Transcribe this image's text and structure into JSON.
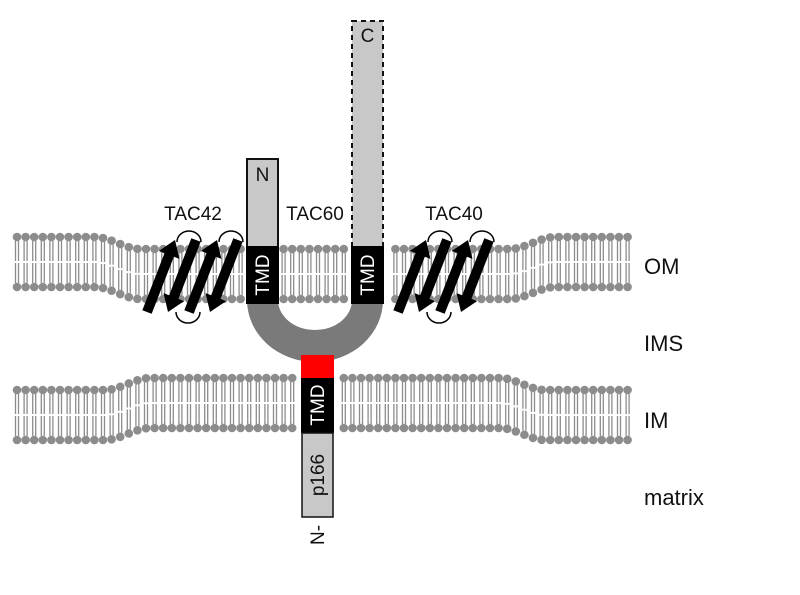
{
  "labels": {
    "tac42": "TAC42",
    "tac60": "TAC60",
    "tac40": "TAC40",
    "n_term": "N",
    "c_term": "C",
    "tmd_n": "TMD",
    "tmd_c": "TMD",
    "tmd_im": "TMD",
    "p166": "p166",
    "n_minus": "N-"
  },
  "compartments": {
    "om": "OM",
    "ims": "IMS",
    "im": "IM",
    "matrix": "matrix"
  },
  "colors": {
    "lipid": "#8c8c8c",
    "domain_fill": "#c8c8c8",
    "linker": "#7a7a7a",
    "highlight": "#ff0000",
    "tmd": "#000000"
  }
}
